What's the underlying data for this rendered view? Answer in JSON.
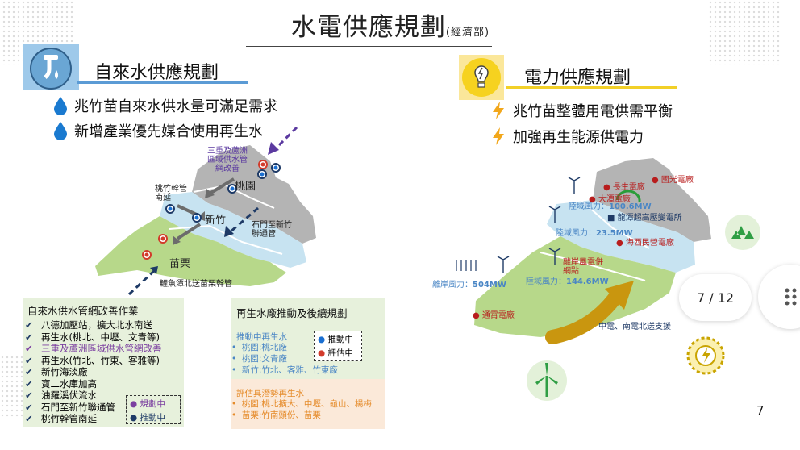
{
  "slide": {
    "title": "水電供應規劃",
    "title_suffix": "(經濟部)",
    "page_number": "7",
    "pager": "7 / 12"
  },
  "water": {
    "header": "自來水供應規劃",
    "bullets": [
      "兆竹苗自來水供水量可滿足需求",
      "新增產業優先媒合使用再生水"
    ],
    "map_labels": {
      "taoyuan": "桃園",
      "hsinchu": "新竹",
      "miaoli": "苗栗",
      "sanchong": "三重及蘆洲\n區域供水管\n網改善",
      "taozhu": "桃竹幹管\n南延",
      "shimen": "石門至新竹\n聯通管",
      "liyu": "鯉魚潭北送苗栗幹管"
    },
    "network_box": {
      "title": "自來水供水管網改善作業",
      "items": [
        {
          "text": "八德加壓站，擴大北水南送",
          "mark": "✔"
        },
        {
          "text": "再生水(桃北、中壢、文青等)",
          "mark": "✔"
        },
        {
          "text": "三重及蘆洲區域供水管網改善",
          "mark": "✔",
          "color": "#7b3fa0"
        },
        {
          "text": "再生水(竹北、竹東、客雅等)",
          "mark": "✔"
        },
        {
          "text": "新竹海淡廠",
          "mark": "✔"
        },
        {
          "text": "寶二水庫加高",
          "mark": "✔"
        },
        {
          "text": "油羅溪伏流水",
          "mark": "✔"
        },
        {
          "text": "石門至新竹聯通管",
          "mark": "✔"
        },
        {
          "text": "桃竹幹管南延",
          "mark": "✔"
        }
      ],
      "legend": [
        {
          "text": "規劃中",
          "color": "#7b3fa0"
        },
        {
          "text": "推動中",
          "color": "#1e3a66"
        }
      ]
    },
    "recycle_box": {
      "title": "再生水廠推動及後續規劃",
      "group1_title": "推動中再生水",
      "group1": [
        "桃園:桃北廠",
        "桃園:文青廠",
        "新竹:竹北、客雅、竹東廠"
      ],
      "group2_title": "評估具潛勢再生水",
      "group2": [
        "桃園:桃北擴大、中壢、龜山、楊梅",
        "苗栗:竹南頭份、苗栗"
      ],
      "legend": [
        {
          "text": "推動中",
          "color": "#1a6fd1"
        },
        {
          "text": "評估中",
          "color": "#d23b2b"
        }
      ]
    }
  },
  "power": {
    "header": "電力供應規劃",
    "bullets": [
      "兆竹苗整體用電供需平衡",
      "加強再生能源供電力"
    ],
    "map_labels": {
      "changsheng": "長生電廠",
      "guoguang": "國光電廠",
      "datan": "大潭電廠",
      "longtan": "龍潭超高壓變電所",
      "onshore1_prefix": "陸域風力：",
      "onshore1_value": "100.6MW",
      "onshore2_prefix": "陸域風力：",
      "onshore2_value": "23.5MW",
      "haixi": "海西民營電廠",
      "offshore_prefix": "離岸風力：",
      "offshore_value": "504MW",
      "onshore3_prefix": "陸域風力：",
      "onshore3_value": "144.6MW",
      "grid": "離岸風電併\n網點",
      "tongxiao": "通霄電廠",
      "support": "中電、南電北送支援"
    }
  },
  "colors": {
    "water_accent": "#5b9bd5",
    "power_accent": "#f2d028",
    "light_blue": "#c7e3f1",
    "green_area": "#b7d88a",
    "grey_area": "#b4b4b4",
    "box_green": "#e7f1dc",
    "box_peach": "#fbe9d9"
  }
}
